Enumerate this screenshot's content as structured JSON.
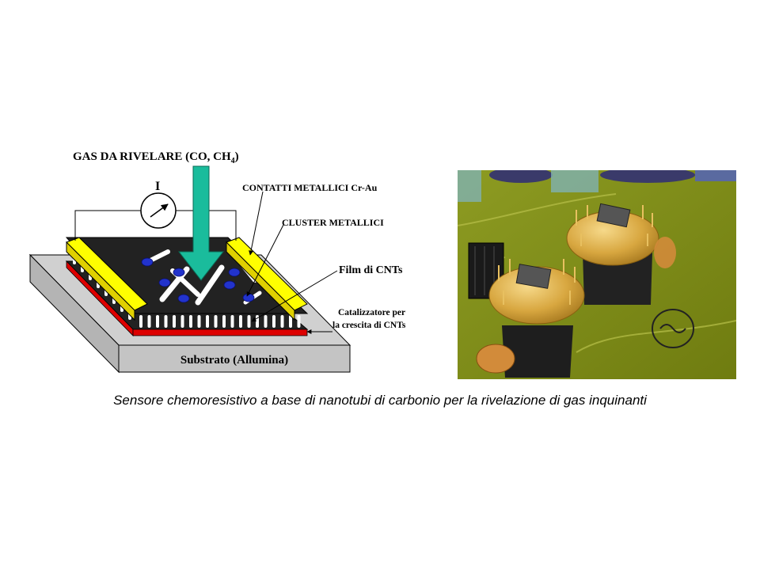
{
  "diagram": {
    "gas_label": "GAS DA RIVELARE (CO, CH",
    "gas_subscript": "4",
    "gas_close": ")",
    "current_label": "I",
    "contacts_label": "CONTATTI METALLICI Cr-Au",
    "cluster_label": "CLUSTER METALLICI",
    "film_label": "Film di CNTs",
    "catalyst_line1": "Catalizzatore per",
    "catalyst_line2": "la crescita di CNTs",
    "substrate_label": "Substrato (Allumina)"
  },
  "caption": "Sensore chemoresistivo a base di nanotubi di carbonio per la rivelazione di gas inquinanti",
  "colors": {
    "substrate": "#c8c8c8",
    "film": "#222222",
    "contacts": "#ffff00",
    "catalyst": "#dd0000",
    "arrow": "#1abc9c",
    "clusters": "#2233cc",
    "board": "#8a9a1a"
  }
}
